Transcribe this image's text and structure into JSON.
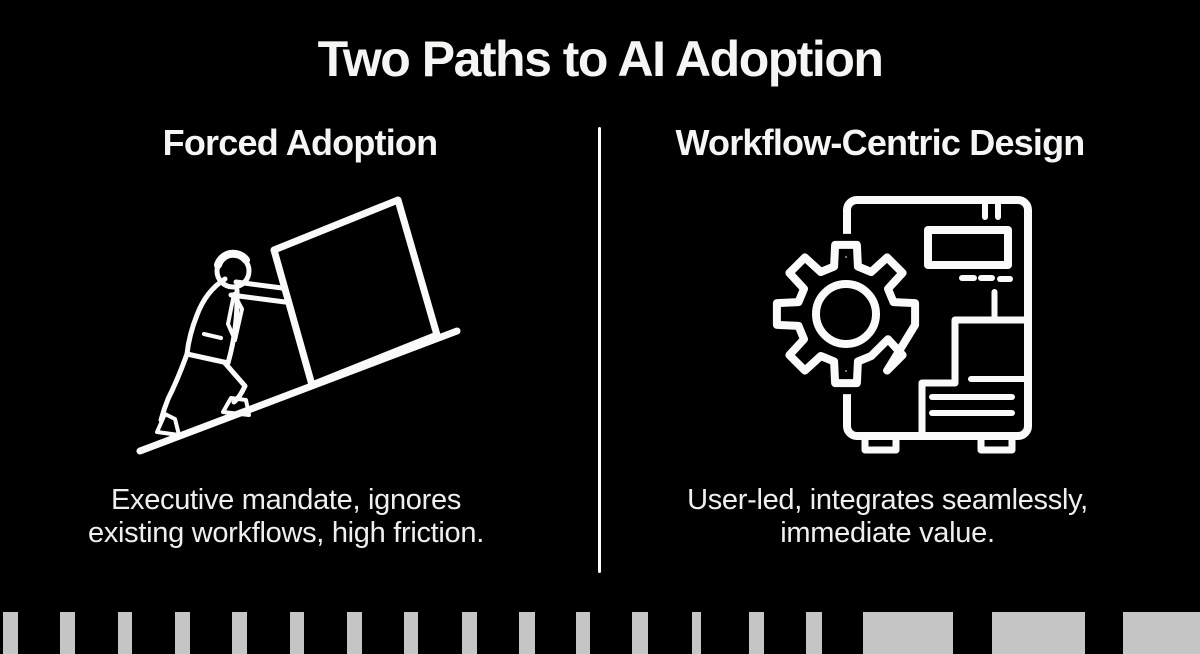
{
  "page": {
    "background_color": "#000000",
    "text_color": "#f3f3f1",
    "illustration_stroke_color": "#fafafa"
  },
  "title": "Two Paths to AI Adoption",
  "columns": {
    "left": {
      "heading": "Forced Adoption",
      "icon": "man-pushing-cube-uphill-icon",
      "description_line1": "Executive mandate, ignores",
      "description_line2": "existing workflows, high friction."
    },
    "right": {
      "heading": "Workflow-Centric Design",
      "icon": "gear-machine-icon",
      "description_line1": "User-led, integrates seamlessly,",
      "description_line2": "immediate value."
    }
  },
  "divider": {
    "color": "#ffffff"
  },
  "barcode": {
    "color": "#c5c5c5",
    "bars": [
      [
        3,
        15
      ],
      [
        60,
        15
      ],
      [
        118,
        14
      ],
      [
        175,
        15
      ],
      [
        232,
        15
      ],
      [
        290,
        14
      ],
      [
        347,
        15
      ],
      [
        404,
        14
      ],
      [
        462,
        15
      ],
      [
        519,
        16
      ],
      [
        576,
        14
      ],
      [
        632,
        16
      ],
      [
        692,
        9
      ],
      [
        749,
        15
      ],
      [
        806,
        16
      ],
      [
        863,
        90
      ],
      [
        992,
        93
      ],
      [
        1123,
        77
      ]
    ]
  }
}
